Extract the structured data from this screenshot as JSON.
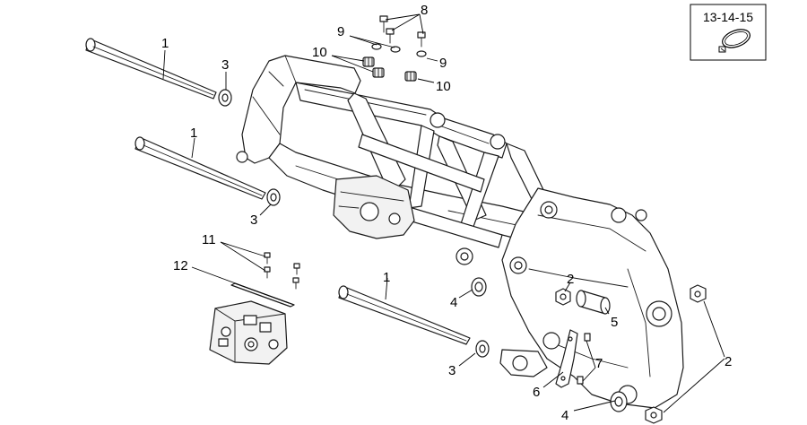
{
  "callouts": {
    "c1_top": "1",
    "c1_mid": "1",
    "c1_low": "1",
    "c2_upper": "2",
    "c2_right": "2",
    "c3_top": "3",
    "c3_mid": "3",
    "c3_low": "3",
    "c4_mid": "4",
    "c4_bottom": "4",
    "c5": "5",
    "c6": "6",
    "c7": "7",
    "c8": "8",
    "c9_left": "9",
    "c9_right": "9",
    "c10_left": "10",
    "c10_right": "10",
    "c11": "11",
    "c12": "12"
  },
  "reference_box": {
    "label": "13-14-15",
    "icon": "hose-clamp-icon"
  },
  "colors": {
    "line": "#1a1a1a",
    "background": "#ffffff"
  }
}
